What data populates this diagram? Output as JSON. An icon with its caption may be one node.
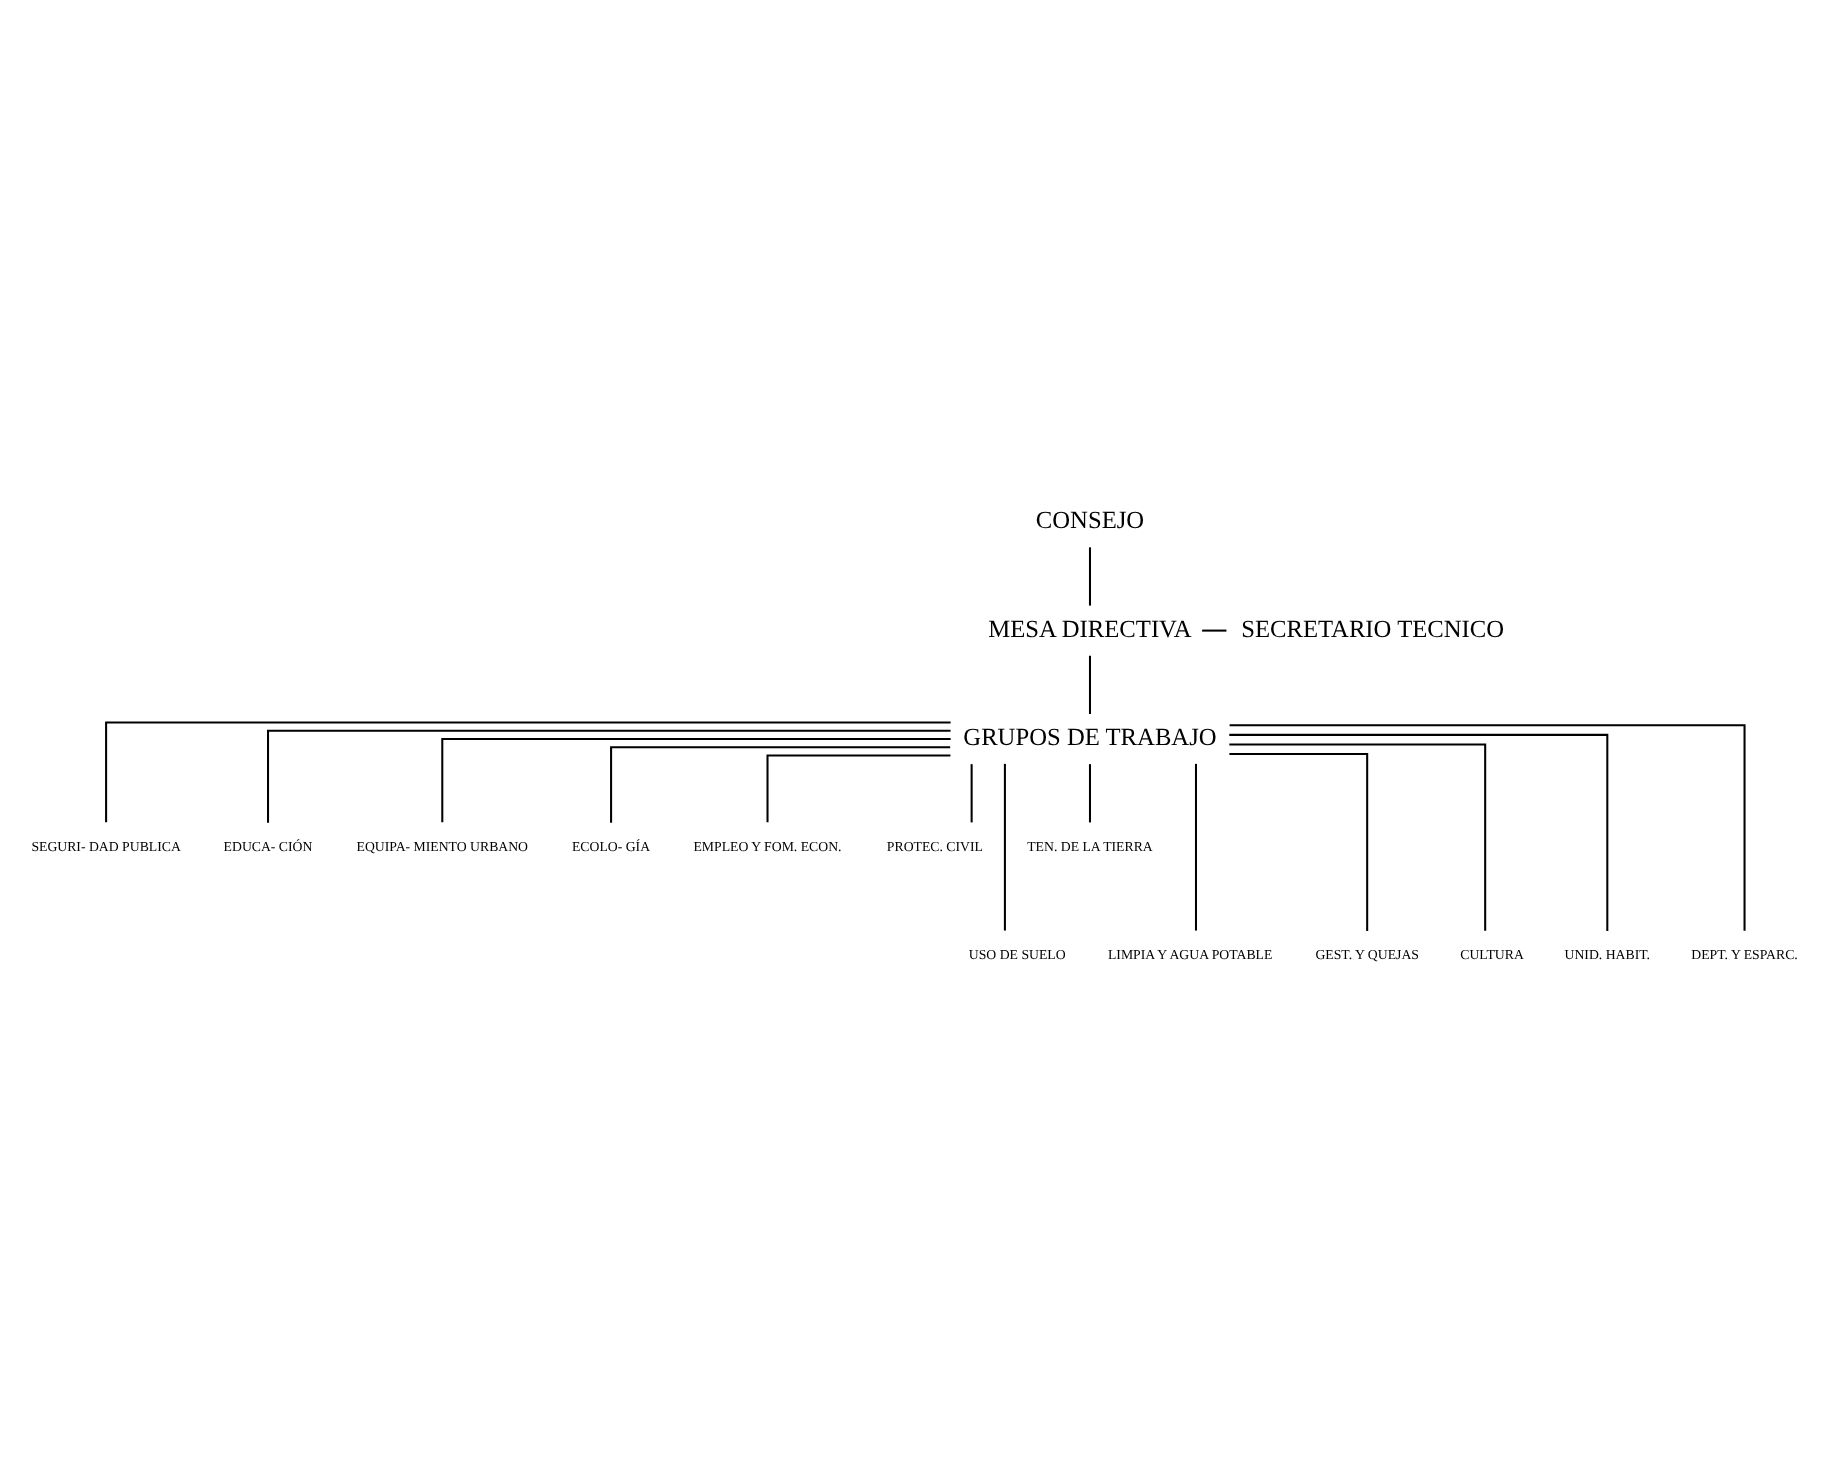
{
  "diagram": {
    "nodes": [
      {
        "text": [
          "CONSEJO"
        ]
      },
      {
        "text": [
          "MESA DIRECTIVA"
        ]
      },
      {
        "text": [
          "SECRETARIO TECNICO"
        ]
      },
      {
        "text": [
          "GRUPOS DE TRABAJO"
        ]
      },
      {
        "text": [
          "SEGURI- DAD PUBLICA"
        ]
      },
      {
        "text": [
          "EDUCA- CIÓN"
        ]
      },
      {
        "text": [
          "EQUIPA- MIENTO URBANO"
        ]
      },
      {
        "text": [
          "ECOLO- GÍA"
        ]
      },
      {
        "text": [
          "EMPLEO Y FOM. ECON."
        ]
      },
      {
        "text": [
          "PROTEC. CIVIL"
        ]
      },
      {
        "text": [
          "TEN. DE LA TIERRA"
        ]
      },
      {
        "text": [
          "USO DE SUELO"
        ]
      },
      {
        "text": [
          "LIMPIA Y AGUA POTABLE"
        ]
      },
      {
        "text": [
          "GEST. Y QUEJAS"
        ]
      },
      {
        "text": [
          "CULTURA"
        ]
      },
      {
        "text": [
          "UNID. HABIT."
        ]
      },
      {
        "text": [
          "DEPT. Y ESPARC."
        ]
      }
    ],
    "edges": [
      {
        "from": 0,
        "to": 1,
        "arrow": "none"
      },
      {
        "from": 1,
        "to": 2,
        "arrow": "none"
      },
      {
        "from": 1,
        "to": 3,
        "arrow": "none"
      },
      {
        "from": 3,
        "to": 4,
        "arrow": "none"
      },
      {
        "from": 3,
        "to": 5,
        "arrow": "none"
      },
      {
        "from": 3,
        "to": 6,
        "arrow": "none"
      },
      {
        "from": 3,
        "to": 7,
        "arrow": "none"
      },
      {
        "from": 3,
        "to": 8,
        "arrow": "none"
      },
      {
        "from": 3,
        "to": 9,
        "arrow": "none"
      },
      {
        "from": 3,
        "to": 10,
        "arrow": "none"
      },
      {
        "from": 3,
        "to": 11,
        "arrow": "none"
      },
      {
        "from": 3,
        "to": 12,
        "arrow": "none"
      },
      {
        "from": 3,
        "to": 13,
        "arrow": "none"
      },
      {
        "from": 3,
        "to": 14,
        "arrow": "none"
      },
      {
        "from": 3,
        "to": 15,
        "arrow": "none"
      },
      {
        "from": 3,
        "to": 16,
        "arrow": "none"
      }
    ]
  }
}
